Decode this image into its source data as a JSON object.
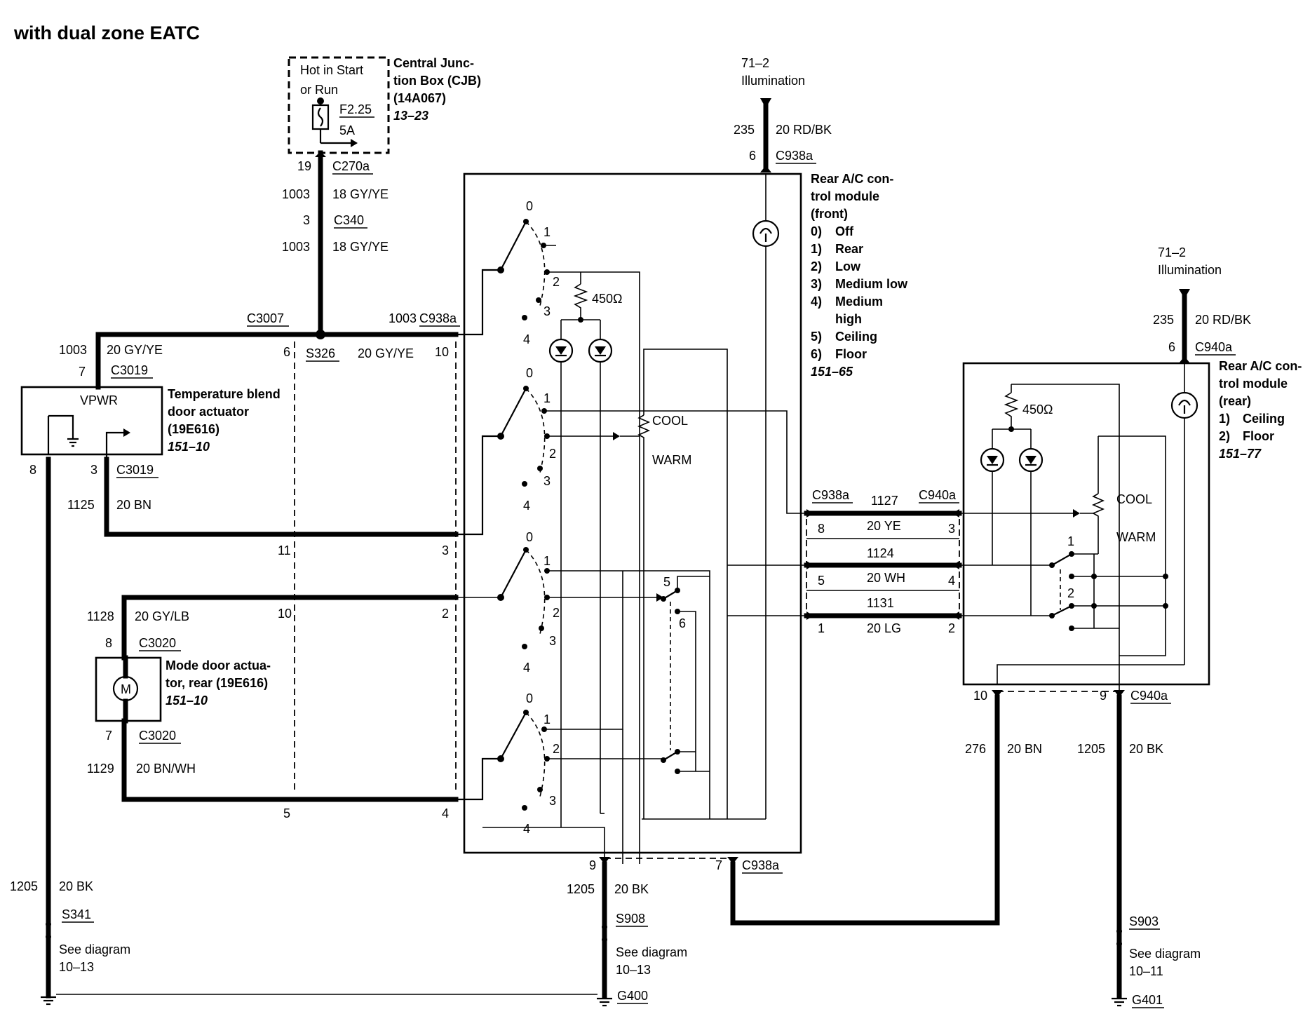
{
  "title": "with dual zone EATC",
  "cjb": {
    "supply": [
      "Hot in Start",
      "or Run"
    ],
    "fuse_id": "F2.25",
    "fuse_rating": "5A",
    "name": [
      "Central Junc-",
      "tion Box (CJB)",
      "(14A067)"
    ],
    "ref": "13–23"
  },
  "illumination": [
    "71–2",
    "Illumination"
  ],
  "wires": {
    "w235": "235",
    "w235_color": "20 RD/BK",
    "w1003": "1003",
    "w1003_color_18": "18 GY/YE",
    "w1003_color_20": "20 GY/YE",
    "w1125": "1125",
    "w1125_color": "20 BN",
    "w1128": "1128",
    "w1128_color": "20 GY/LB",
    "w1129": "1129",
    "w1129_color": "20 BN/WH",
    "w1205": "1205",
    "w1205_color": "20 BK",
    "w276": "276",
    "w276_color": "20 BN",
    "w1127": "1127",
    "w1127_color": "20 YE",
    "w1124": "1124",
    "w1124_color": "20 WH",
    "w1131": "1131",
    "w1131_color": "20 LG"
  },
  "connectors": {
    "c270a": "C270a",
    "c340": "C340",
    "c3007": "C3007",
    "s326": "S326",
    "c938a": "C938a",
    "c3019": "C3019",
    "c3020": "C3020",
    "c940a": "C940a",
    "s341": "S341",
    "s908": "S908",
    "s903": "S903",
    "g400": "G400",
    "g401": "G401"
  },
  "pins": {
    "p19": "19",
    "p3": "3",
    "p6": "6",
    "p10": "10",
    "p7": "7",
    "p8": "8",
    "p11": "11",
    "p2": "2",
    "p5": "5",
    "p4": "4",
    "p9": "9",
    "p1": "1"
  },
  "temp_actuator": {
    "label": "VPWR",
    "name": [
      "Temperature blend",
      "door actuator",
      "(19E616)"
    ],
    "ref": "151–10"
  },
  "mode_actuator": {
    "symbol": "M",
    "name": [
      "Mode door actua-",
      "tor, rear (19E616)"
    ],
    "ref": "151–10"
  },
  "front_module": {
    "name": [
      "Rear A/C con-",
      "trol module",
      "(front)"
    ],
    "items": [
      {
        "num": "0)",
        "label": "Off"
      },
      {
        "num": "1)",
        "label": "Rear"
      },
      {
        "num": "2)",
        "label": "Low"
      },
      {
        "num": "3)",
        "label": "Medium low"
      },
      {
        "num": "4)",
        "label": "Medium"
      },
      {
        "num": "",
        "label": "high"
      },
      {
        "num": "5)",
        "label": "Ceiling"
      },
      {
        "num": "6)",
        "label": "Floor"
      }
    ],
    "ref": "151–65"
  },
  "rear_module": {
    "name": [
      "Rear A/C con-",
      "trol module",
      "(rear)"
    ],
    "items": [
      {
        "num": "1)",
        "label": "Ceiling"
      },
      {
        "num": "2)",
        "label": "Floor"
      }
    ],
    "ref": "151–77"
  },
  "resistor": "450Ω",
  "pot": {
    "cool": "COOL",
    "warm": "WARM"
  },
  "switch_positions": {
    "s0": "0",
    "s1": "1",
    "s2": "2",
    "s3": "3",
    "s4": "4",
    "s5": "5",
    "s6": "6"
  },
  "see_diagram": "See diagram",
  "diagram_refs": {
    "d1013": "10–13",
    "d1011": "10–11"
  }
}
